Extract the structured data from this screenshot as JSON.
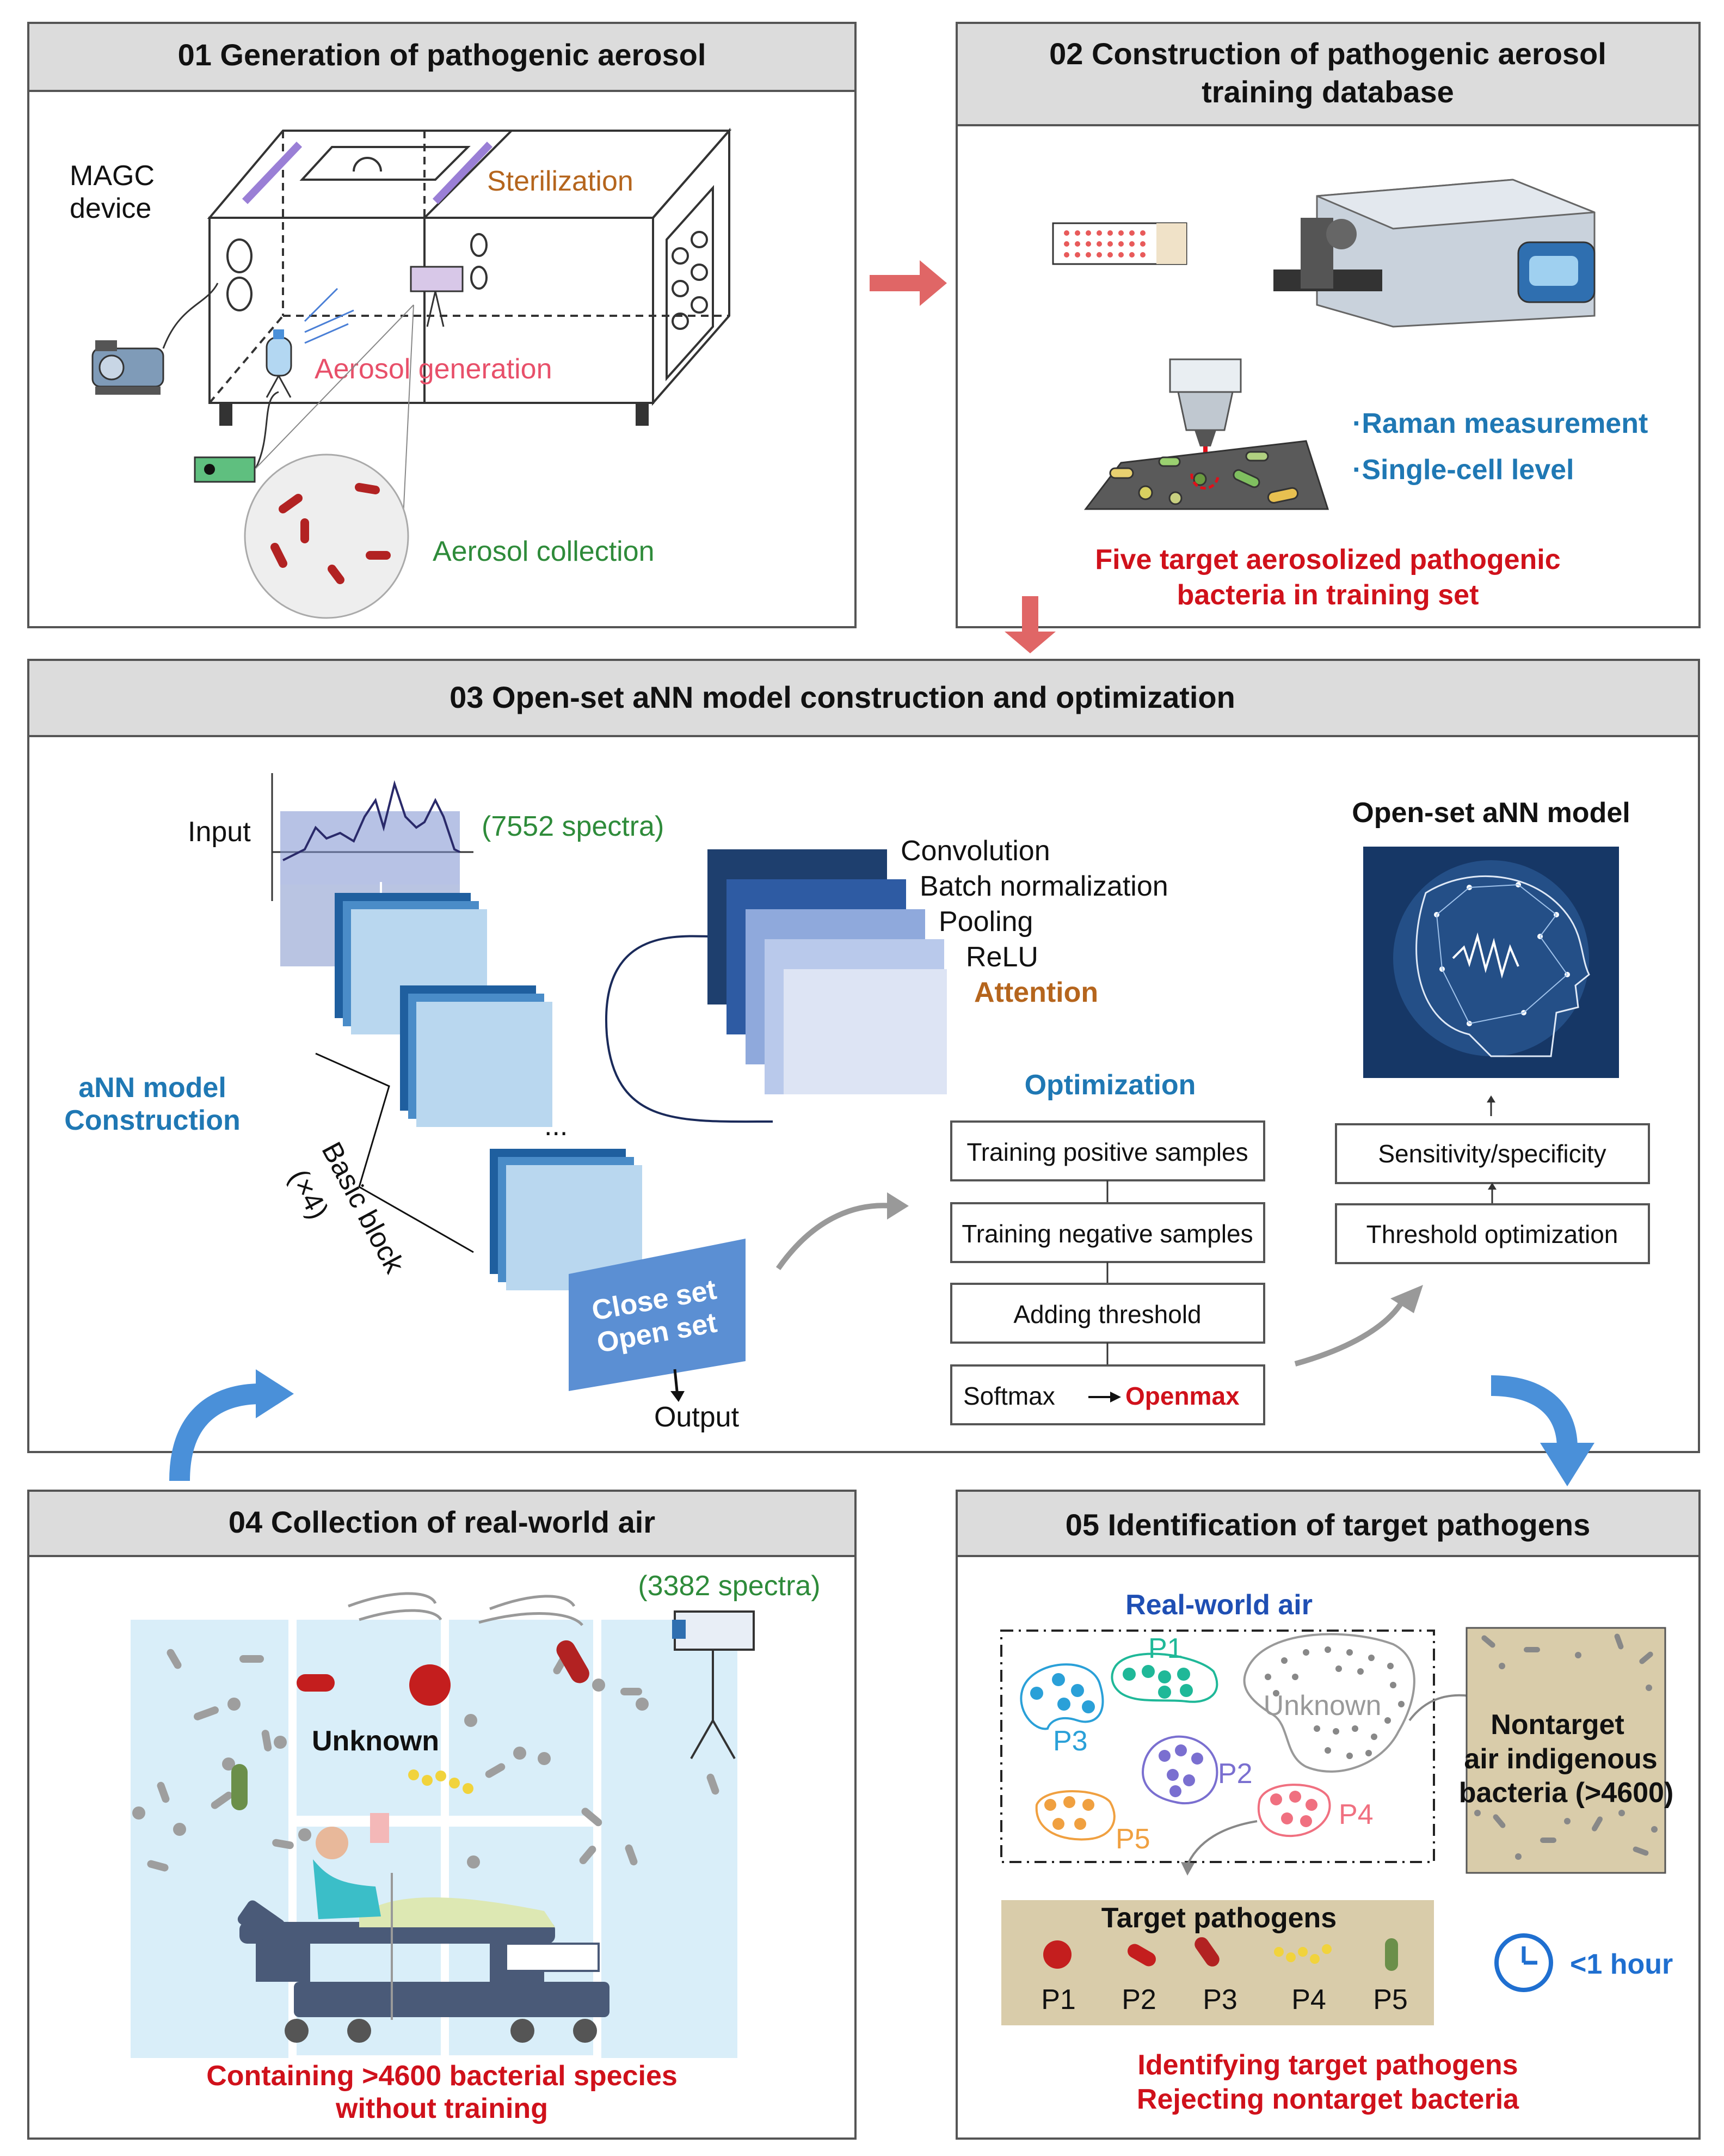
{
  "panels": {
    "p01": {
      "title": "01 Generation of pathogenic aerosol",
      "device_label_line1": "MAGC",
      "device_label_line2": "device",
      "sterilization": "Sterilization",
      "aerosol_generation": "Aerosol generation",
      "aerosol_collection": "Aerosol collection"
    },
    "p02": {
      "title_line1": "02 Construction of pathogenic aerosol",
      "title_line2": "training database",
      "raman": "·Raman measurement",
      "single_cell": "·Single-cell level",
      "target_line1": "Five target aerosolized pathogenic",
      "target_line2": "bacteria in training set"
    },
    "p03": {
      "title": "03 Open-set aNN model construction and optimization",
      "input": "Input",
      "spectra": "(7552 spectra)",
      "layers": [
        "Convolution",
        "Batch normalization",
        "Pooling",
        "ReLU",
        "Attention"
      ],
      "ann_line1": "aNN model",
      "ann_line2": "Construction",
      "basic_block_line1": "Basic block",
      "basic_block_line2": "(×4)",
      "ellipsis": "...",
      "close_set": "Close set",
      "open_set": "Open set",
      "output": "Output",
      "optimization": "Optimization",
      "opt_steps": [
        "Training positive samples",
        "Training negative samples",
        "Adding threshold"
      ],
      "softmax": "Softmax",
      "openmax": "Openmax",
      "model_title": "Open-set aNN model",
      "sens_spec": "Sensitivity/specificity",
      "threshold_opt": "Threshold optimization"
    },
    "p04": {
      "title": "04 Collection of real-world air",
      "spectra": "(3382 spectra)",
      "unknown": "Unknown",
      "caption_line1": "Containing >4600 bacterial species",
      "caption_line2": "without training"
    },
    "p05": {
      "title": "05 Identification of target pathogens",
      "real_world_air": "Real-world air",
      "clusters": [
        "P1",
        "P2",
        "P3",
        "P4",
        "P5"
      ],
      "unknown": "Unknown",
      "nontarget_line1": "Nontarget",
      "nontarget_line2": "air indigenous",
      "nontarget_line3": "bacteria (>4600)",
      "target_title": "Target pathogens",
      "targets": [
        "P1",
        "P2",
        "P3",
        "P4",
        "P5"
      ],
      "time": "<1 hour",
      "caption_line1": "Identifying target pathogens",
      "caption_line2": "Rejecting nontarget bacteria"
    }
  },
  "colors": {
    "header_bg": "#dcdcdc",
    "blue_text": "#1f78b4",
    "green_text": "#2e8b3a",
    "red_text": "#d0111b",
    "orange_text": "#b5651d",
    "pink_text": "#e8506a",
    "arrow_red": "#e06666",
    "arrow_blue": "#4a90d9"
  }
}
